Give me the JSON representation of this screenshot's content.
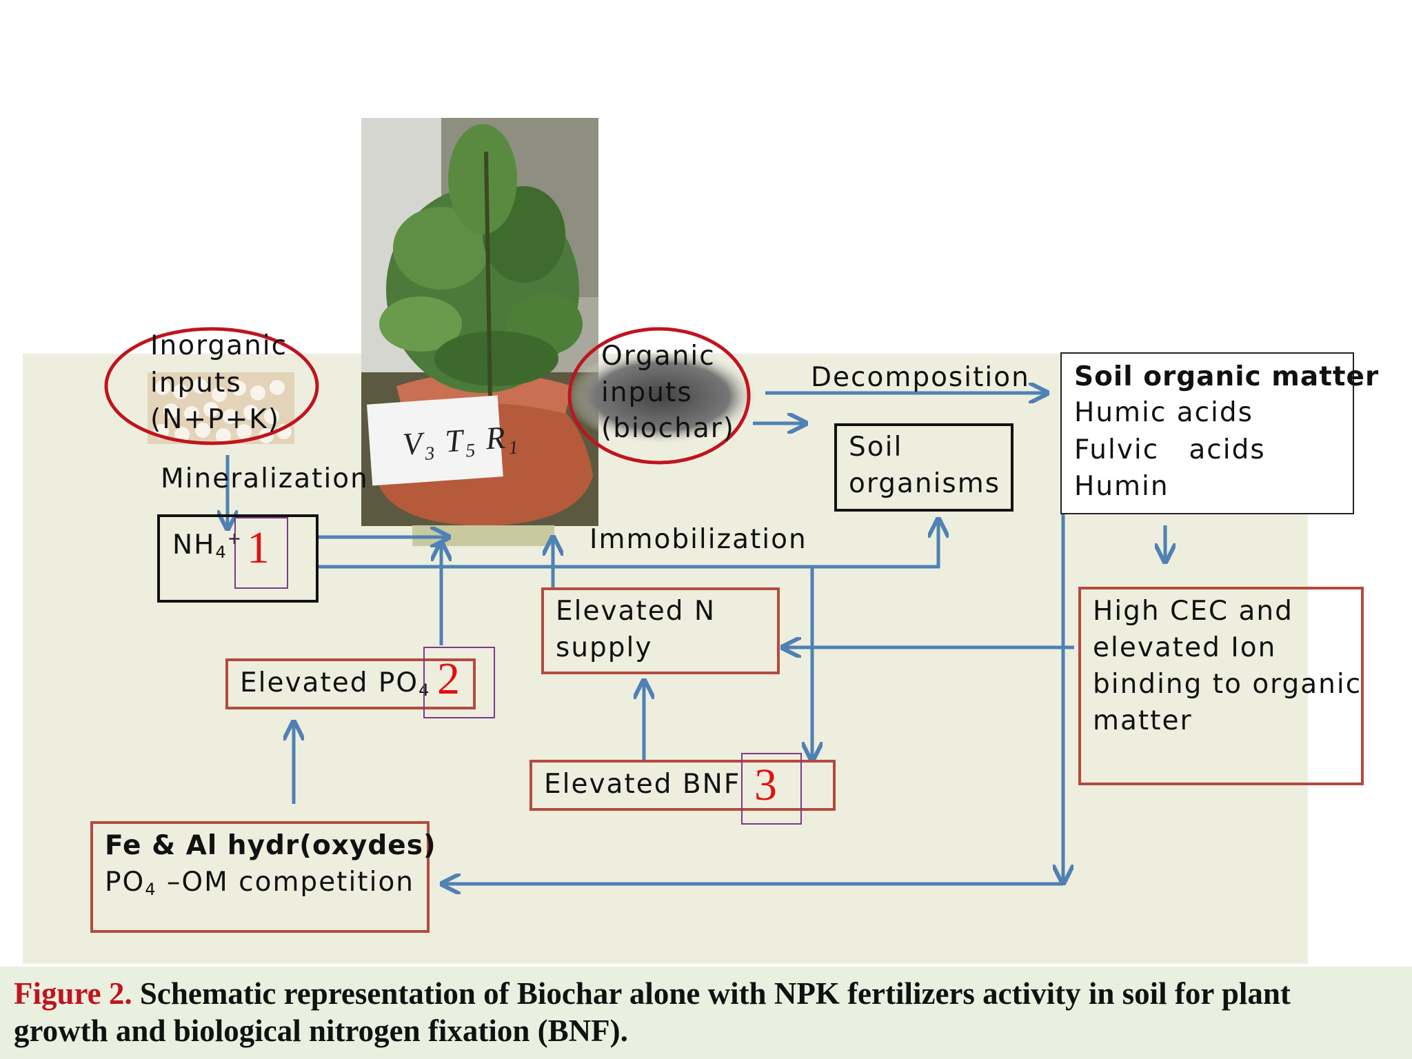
{
  "labels": {
    "inorganic": [
      "Inorganic",
      "inputs",
      "(N+P+K)"
    ],
    "organic": [
      "Organic",
      "inputs",
      "(biochar)"
    ],
    "mineralization": "Mineralization",
    "decomposition": "Decomposition",
    "immobilization": "Immobilization",
    "nh4_base": "NH",
    "nh4_sub": "4",
    "nh4_sup": "+",
    "soil_organisms": [
      "Soil",
      "organisms"
    ],
    "som_title": "Soil organic matter",
    "som_items": [
      "Humic acids",
      "Fulvic   acids",
      "Humin"
    ],
    "elevated_n": [
      "Elevated N",
      "supply"
    ],
    "elevated_po4_base": "Elevated PO",
    "elevated_po4_sub": "4",
    "elevated_bnf": "Elevated BNF",
    "high_cec": [
      "High CEC and",
      "elevated Ion",
      "binding to organic",
      "matter"
    ],
    "fe_al_title": "Fe & Al hydr(oxydes)",
    "po4_om_base": "PO",
    "po4_om_sub": "4",
    "po4_om_rest": " –OM competition",
    "pot_tag": "V₃ T₅ R₁"
  },
  "markers": [
    "1",
    "2",
    "3"
  ],
  "caption": {
    "label": "Figure 2.",
    "line1": " Schematic representation of Biochar alone with NPK fertilizers activity in soil for plant",
    "line2": "growth and biological nitrogen fixation (BNF)."
  },
  "colors": {
    "arrow": "#4f81b4",
    "red_ellipse": "#c0141e",
    "red_box": "#b34a3e",
    "marker": "#e31010",
    "caption_label": "#c0141e"
  }
}
